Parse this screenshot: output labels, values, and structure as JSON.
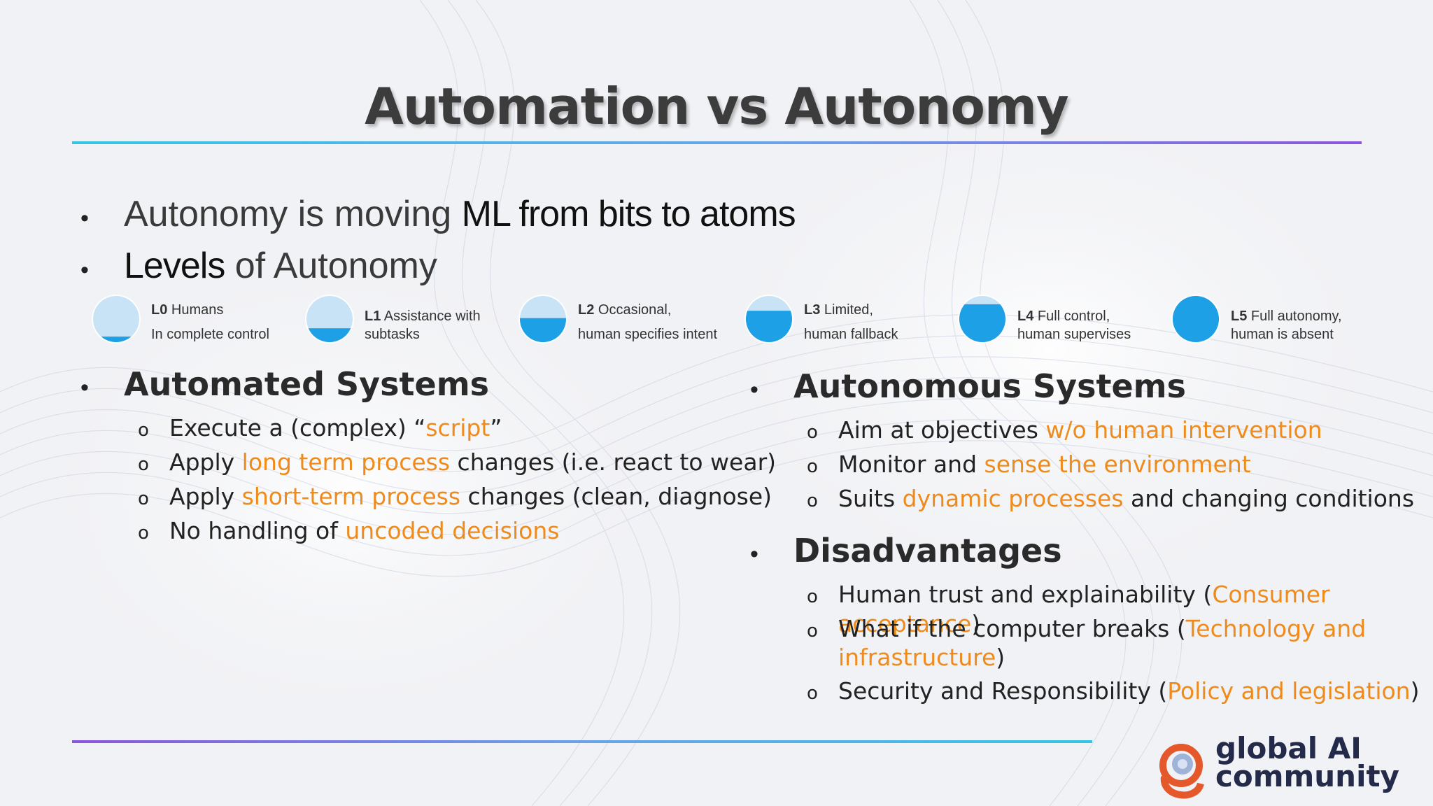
{
  "title": "Automation vs Autonomy",
  "intro": {
    "b1_light": "Autonomy is moving ",
    "b1_strong": "ML from bits to atoms",
    "b2_strong": "Levels",
    "b2_light": " of Autonomy"
  },
  "levels": [
    {
      "code": "L0",
      "line1": "Humans",
      "line2": "In complete control",
      "fill": 0.12
    },
    {
      "code": "L1",
      "line1": "Assistance with",
      "line2": "subtasks",
      "fill": 0.3
    },
    {
      "code": "L2",
      "line1": "Occasional,",
      "line2": "human specifies intent",
      "fill": 0.52
    },
    {
      "code": "L3",
      "line1": "Limited,",
      "line2": "human fallback",
      "fill": 0.68
    },
    {
      "code": "L4",
      "line1": "Full control,",
      "line2": "human supervises",
      "fill": 0.82
    },
    {
      "code": "L5",
      "line1": "Full autonomy,",
      "line2": "human is absent",
      "fill": 1.0
    }
  ],
  "automated": {
    "heading": "Automated Systems",
    "items": [
      [
        {
          "t": "Execute a (complex) “"
        },
        {
          "t": "script",
          "hl": true
        },
        {
          "t": "”"
        }
      ],
      [
        {
          "t": "Apply "
        },
        {
          "t": "long term process",
          "hl": true
        },
        {
          "t": " changes (i.e. react to wear)"
        }
      ],
      [
        {
          "t": "Apply "
        },
        {
          "t": "short-term process",
          "hl": true
        },
        {
          "t": " changes (clean, diagnose)"
        }
      ],
      [
        {
          "t": "No handling of "
        },
        {
          "t": "uncoded decisions",
          "hl": true
        }
      ]
    ]
  },
  "autonomous": {
    "heading": "Autonomous Systems",
    "items": [
      [
        {
          "t": "Aim at objectives "
        },
        {
          "t": "w/o human intervention",
          "hl": true
        }
      ],
      [
        {
          "t": "Monitor and "
        },
        {
          "t": "sense the environment",
          "hl": true
        }
      ],
      [
        {
          "t": "Suits "
        },
        {
          "t": "dynamic processes",
          "hl": true
        },
        {
          "t": " and changing conditions"
        }
      ]
    ]
  },
  "disadvantages": {
    "heading": "Disadvantages",
    "items": [
      [
        {
          "t": "Human trust and explainability ("
        },
        {
          "t": "Consumer acceptance",
          "hl": true
        },
        {
          "t": ")"
        }
      ],
      [
        {
          "t": "What if the computer breaks ("
        },
        {
          "t": "Technology and",
          "hl": true
        }
      ],
      [
        {
          "t": "infrastructure",
          "hl": true
        },
        {
          "t": ")"
        }
      ],
      [
        {
          "t": "Security and Responsibility ("
        },
        {
          "t": "Policy and legislation",
          "hl": true
        },
        {
          "t": ")"
        }
      ]
    ]
  },
  "logo": {
    "line1": "global AI",
    "line2": "community"
  },
  "colors": {
    "accent": "#ef8b1c",
    "level_fill": "#1ea0e6",
    "level_bg": "#c9e3f6"
  }
}
